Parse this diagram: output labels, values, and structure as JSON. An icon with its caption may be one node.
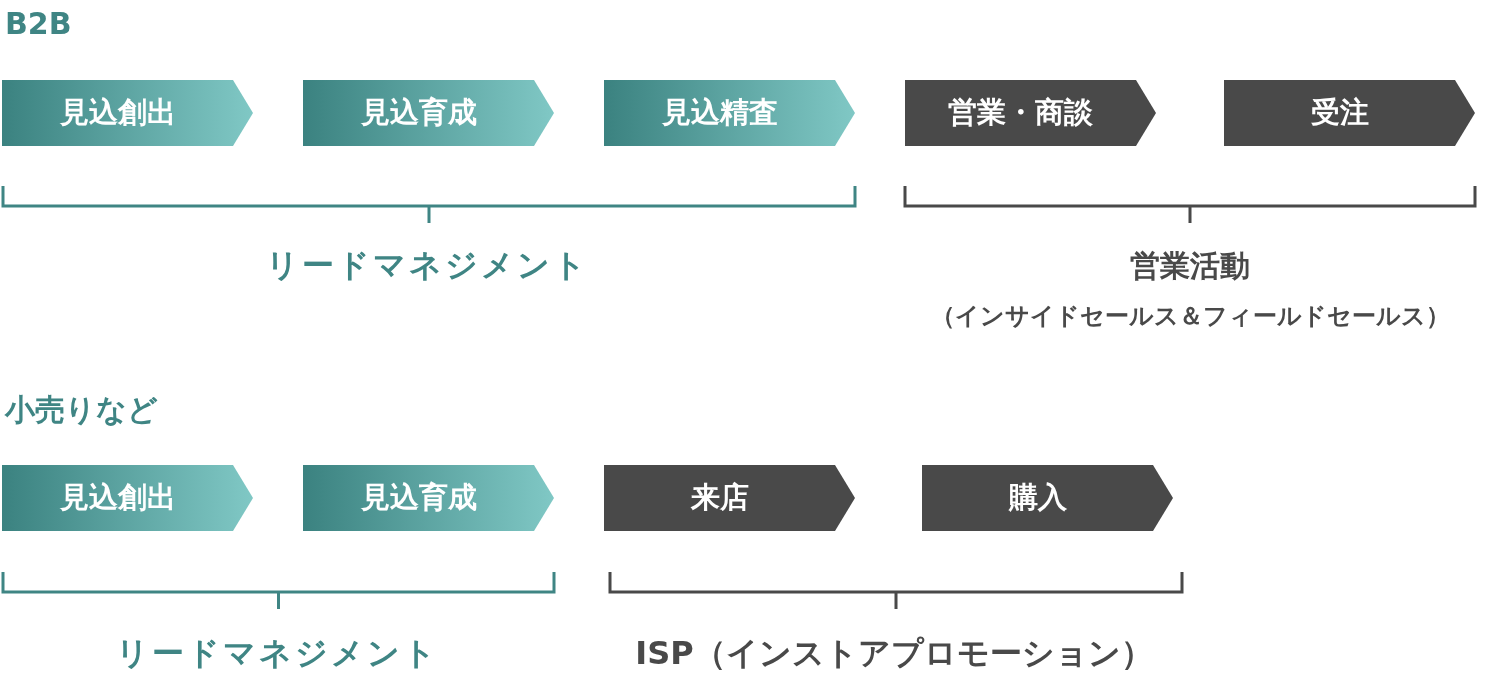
{
  "diagram": {
    "nodes": [
      {
        "text": [
          "見込創出"
        ]
      },
      {
        "text": [
          "見込育成"
        ]
      },
      {
        "text": [
          "見込精査"
        ]
      },
      {
        "text": [
          "営業・商談"
        ]
      },
      {
        "text": [
          "受注"
        ]
      },
      {
        "text": [
          "見込創出"
        ]
      },
      {
        "text": [
          "見込育成"
        ]
      },
      {
        "text": [
          "来店"
        ]
      },
      {
        "text": [
          "購入"
        ]
      }
    ],
    "labels": [
      "B2B",
      "リードマネジメント",
      "営業活動",
      "（インサイドセールス＆フィールドセールス）",
      "小売りなど",
      "リードマネジメント",
      "ISP（インストアプロモーション）"
    ]
  }
}
